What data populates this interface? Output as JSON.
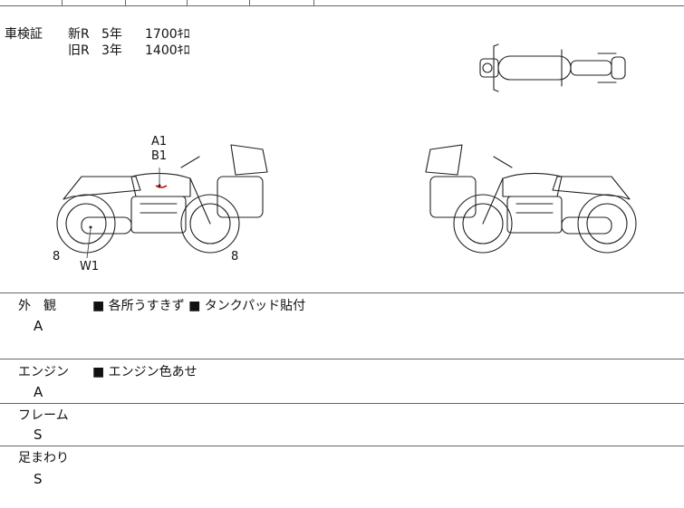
{
  "shaken": {
    "label": "車検証",
    "rows": [
      {
        "type": "新R",
        "years": "5年",
        "distance": "1700ｷﾛ"
      },
      {
        "type": "旧R",
        "years": "3年",
        "distance": "1400ｷﾛ"
      }
    ]
  },
  "diagram": {
    "marks": {
      "a1": "A1",
      "b1": "B1",
      "w1": "W1",
      "rear": "8",
      "front": "8"
    }
  },
  "sections": [
    {
      "title": "外　観",
      "grade": "A",
      "notes": "■ 各所うすきず ■ タンクパッド貼付"
    },
    {
      "title": "エンジン",
      "grade": "A",
      "notes": "■ エンジン色あせ"
    },
    {
      "title": "フレーム",
      "grade": "S",
      "notes": ""
    },
    {
      "title": "足まわり",
      "grade": "S",
      "notes": ""
    }
  ],
  "colors": {
    "border": "#666666",
    "mark": "#cc0000",
    "line": "#222222"
  }
}
